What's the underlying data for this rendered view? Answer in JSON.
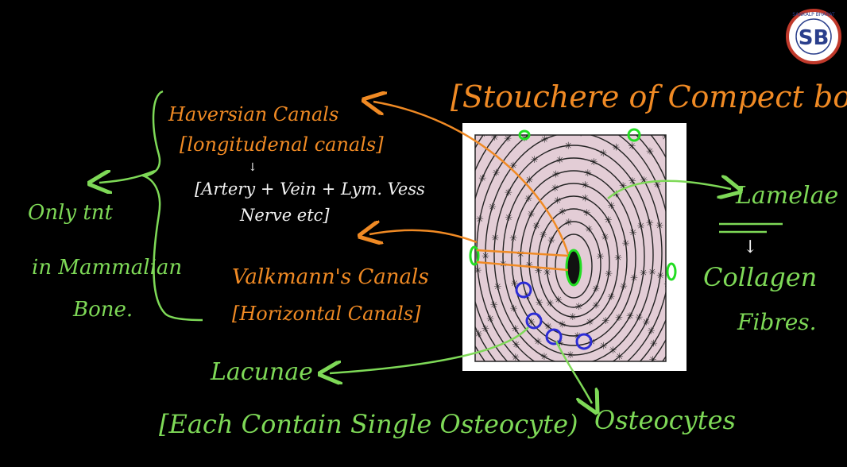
{
  "title": "[Stouchere of Compect bone]",
  "logo": {
    "initials": "SB",
    "ring_text": "SANKALP BHARAT",
    "colors": {
      "ring": "#c0392b",
      "letters": "#2a3f8c"
    }
  },
  "left_group": {
    "haversian": "Haversian Canals",
    "haversian_sub": "[longitudenal canals]",
    "contents_arrow": "↓",
    "contents_line1": "[Artery + Vein + Lym. Vess",
    "contents_line2": "Nerve etc]",
    "volkmann": "Valkmann's Canals",
    "volkmann_sub": "[Horizontal Canals]"
  },
  "left_note": {
    "line1": "Only tnt",
    "line2": "in Mammalian",
    "line3": "Bone."
  },
  "right_labels": {
    "lamelae": "Lamelae",
    "arrow": "↓",
    "collagen": "Collagen",
    "fibres": "Fibres."
  },
  "bottom_labels": {
    "lacunae": "Lacunae",
    "lacunae_sub": "[Each Contain Single Osteocyte)",
    "osteocytes": "Osteocytes"
  },
  "colors": {
    "background": "#000000",
    "orange": "#f08a24",
    "green": "#7ed957",
    "blue": "#2c2cd6",
    "white": "#f2f2f2",
    "bone_fill": "#e3cdd6"
  }
}
